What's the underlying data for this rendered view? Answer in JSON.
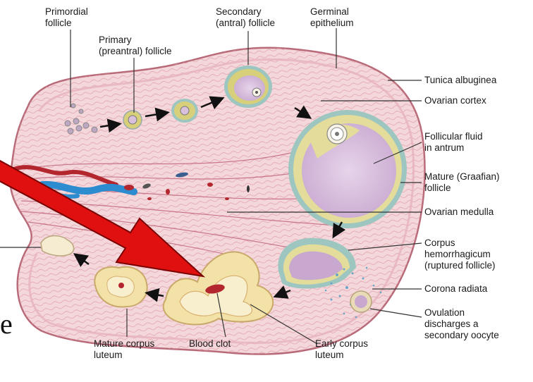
{
  "labels": {
    "primordial_follicle": "Primordial\nfollicle",
    "primary_follicle": "Primary\n(preantral) follicle",
    "secondary_follicle": "Secondary\n(antral) follicle",
    "germinal_epithelium": "Germinal\nepithelium",
    "tunica_albuginea": "Tunica albuginea",
    "ovarian_cortex": "Ovarian cortex",
    "follicular_fluid": "Follicular fluid\nin antrum",
    "mature_follicle": "Mature (Graafian)\nfollicle",
    "ovarian_medulla": "Ovarian medulla",
    "corpus_hemorrhagicum": "Corpus\nhemorrhagicum\n(ruptured follicle)",
    "corona_radiata": "Corona radiata",
    "ovulation": "Ovulation\ndischarges a\nsecondary oocyte",
    "mature_corpus_luteum": "Mature corpus\nluteum",
    "blood_clot": "Blood clot",
    "early_corpus_luteum": "Early corpus\nluteum",
    "partial_letter": "e"
  },
  "colors": {
    "ovary_fill": "#f4d7db",
    "ovary_outline": "#b86a78",
    "stroma_line": "#d98a97",
    "follicle_fill": "#d9c1dd",
    "granulosa": "#d8cf7a",
    "theca": "#9ec6c0",
    "luteum": "#f3e2a8",
    "blood": "#b3262e",
    "vein": "#2d8ccf",
    "pointer_red": "#e01010",
    "leader": "#333333"
  }
}
